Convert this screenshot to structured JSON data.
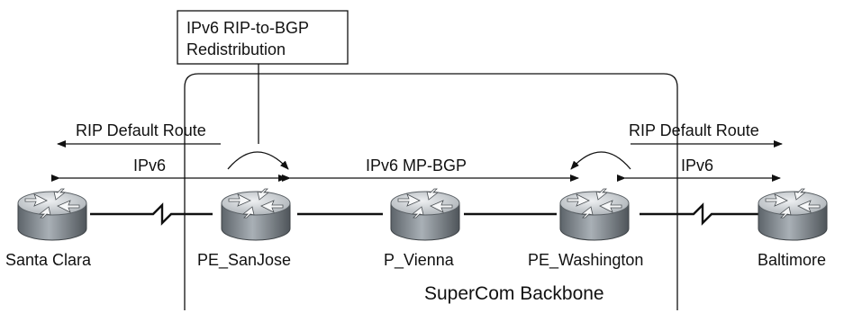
{
  "callout": {
    "line1": "IPv6 RIP-to-BGP",
    "line2": "Redistribution"
  },
  "backbone": {
    "label": "SuperCom Backbone"
  },
  "arrows": {
    "rip_left": "RIP Default Route",
    "rip_right": "RIP Default Route",
    "ipv6_left": "IPv6",
    "mp_bgp": "IPv6 MP-BGP",
    "ipv6_right": "IPv6"
  },
  "routers": [
    {
      "name": "Santa Clara"
    },
    {
      "name": "PE_SanJose"
    },
    {
      "name": "P_Vienna"
    },
    {
      "name": "PE_Washington"
    },
    {
      "name": "Baltimore"
    }
  ],
  "colors": {
    "router_body": "#8f969c",
    "router_top": "#d4d8dc",
    "line": "#111111"
  }
}
